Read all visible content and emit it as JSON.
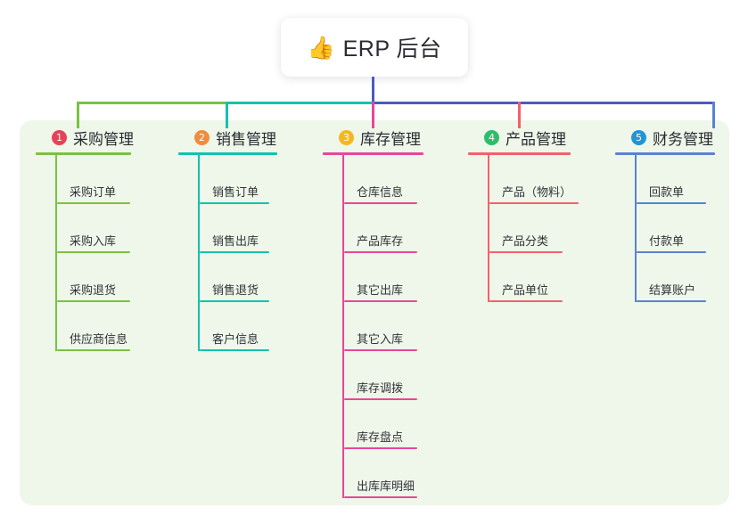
{
  "root": {
    "icon": "thumbs-up-icon",
    "emoji": "👍",
    "title": "ERP 后台"
  },
  "palette": {
    "panel_bg": "#eef7e9",
    "page_bg": "#ffffff",
    "root_stem": "#4b5bc0",
    "text": "#2b2b33"
  },
  "branches": [
    {
      "number": "1",
      "name": "采购管理",
      "badge_color": "#e8415a",
      "line_color": "#7ac143",
      "items": [
        {
          "label": "采购订单"
        },
        {
          "label": "采购入库"
        },
        {
          "label": "采购退货"
        },
        {
          "label": "供应商信息"
        }
      ]
    },
    {
      "number": "2",
      "name": "销售管理",
      "badge_color": "#f08c3c",
      "line_color": "#13c2ae",
      "items": [
        {
          "label": "销售订单"
        },
        {
          "label": "销售出库"
        },
        {
          "label": "销售退货"
        },
        {
          "label": "客户信息"
        }
      ]
    },
    {
      "number": "3",
      "name": "库存管理",
      "badge_color": "#f5b721",
      "line_color": "#e8469a",
      "items": [
        {
          "label": "仓库信息"
        },
        {
          "label": "产品库存"
        },
        {
          "label": "其它出库"
        },
        {
          "label": "其它入库"
        },
        {
          "label": "库存调拨"
        },
        {
          "label": "库存盘点"
        },
        {
          "label": "出库库明细"
        }
      ]
    },
    {
      "number": "4",
      "name": "产品管理",
      "badge_color": "#2ebd6b",
      "line_color": "#f4606c",
      "items": [
        {
          "label": "产品（物料）"
        },
        {
          "label": "产品分类",
          "narrow": true
        },
        {
          "label": "产品单位",
          "narrow": true
        }
      ]
    },
    {
      "number": "5",
      "name": "财务管理",
      "badge_color": "#2196d4",
      "line_color": "#5b82d0",
      "items": [
        {
          "label": "回款单"
        },
        {
          "label": "付款单"
        },
        {
          "label": "结算账户"
        }
      ]
    }
  ]
}
